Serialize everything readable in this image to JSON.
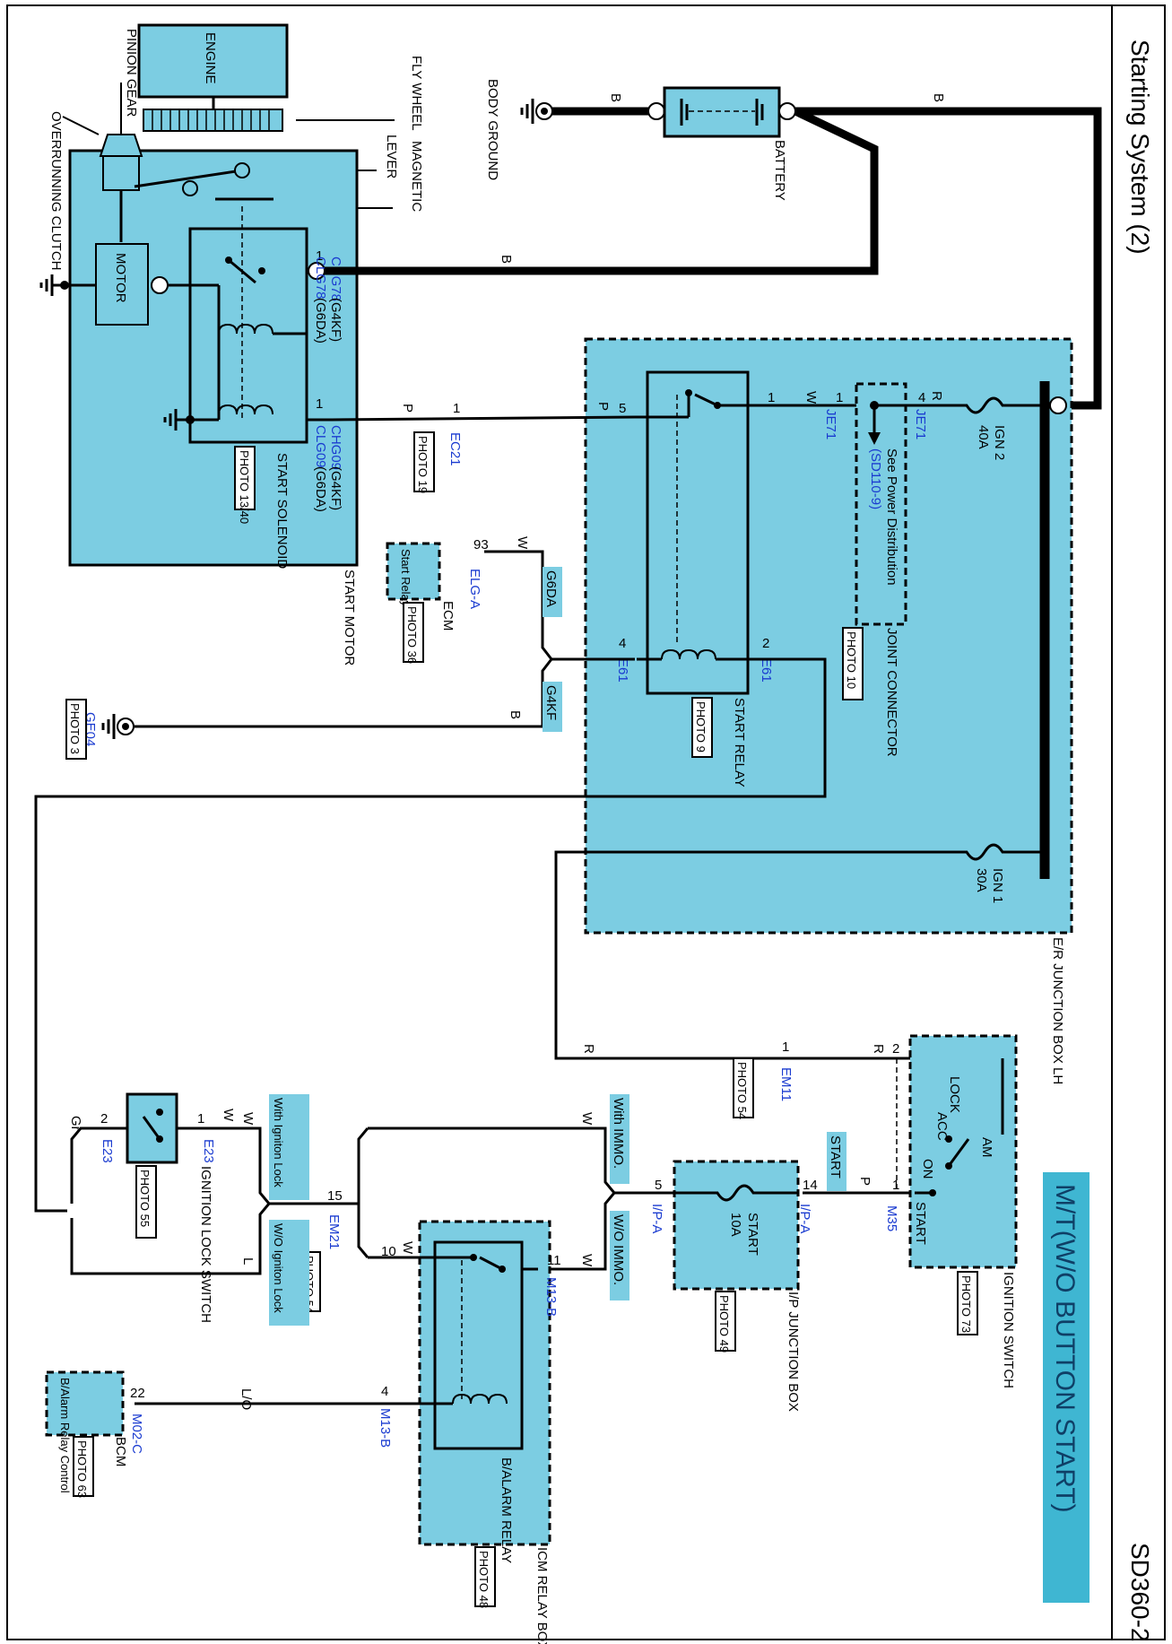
{
  "page": {
    "title": "Starting System (2)",
    "code": "SD360-2",
    "banner": "M/T(W/O BUTTON START)"
  },
  "top": {
    "engine": "ENGINE",
    "pinion_gear": "PINION GEAR",
    "overrunning_clutch": "OVERRUNNING CLUTCH",
    "fly_wheel": "FLY WHEEL",
    "magnetic": "MAGNETIC",
    "lever": "LEVER",
    "body_ground": "BODY GROUND",
    "battery": "BATTERY",
    "b": "B"
  },
  "start_motor": {
    "label": "START MOTOR",
    "motor": "MOTOR",
    "solenoid": "START SOLENOID",
    "photo": "PHOTO 13/40",
    "conn_a1": "CHG78",
    "conn_a1_sfx": "(G4KF)",
    "conn_a2": "CLG78",
    "conn_a2_sfx": "(G6DA)",
    "conn_b1": "CHG09",
    "conn_b1_sfx": "(G4KF)",
    "conn_b2": "CLG09",
    "conn_b2_sfx": "(G6DA)",
    "pin1": "1"
  },
  "ec21": {
    "conn": "EC21",
    "pin": "1",
    "wire": "P",
    "photo": "PHOTO 19"
  },
  "junction_box": {
    "label": "E/R JUNCTION BOX LH",
    "ign2": "IGN 2",
    "ign2_amp": "40A",
    "ign1": "IGN 1",
    "ign1_amp": "30A",
    "jointConn": "JOINT CONNECTOR",
    "joint_photo": "PHOTO 10",
    "see": "See Power Distribution",
    "see_ref": "(SD110-9)",
    "je71": "JE71",
    "pin1": "1",
    "pin4": "4",
    "r": "R",
    "w": "W"
  },
  "start_relay": {
    "label": "START RELAY",
    "photo": "PHOTO 9",
    "e61": "E61",
    "pin1": "1",
    "pin2": "2",
    "pin4": "4",
    "pin5": "5",
    "p": "P"
  },
  "ecm": {
    "box": "Start Relay",
    "label": "ECM",
    "pin": "93",
    "conn": "ELG-A",
    "photo": "PHOTO 36",
    "w": "W",
    "g6da": "G6DA",
    "g4kf": "G4KF"
  },
  "ge04": {
    "conn": "GE04",
    "photo": "PHOTO 3",
    "b": "B"
  },
  "ignition": {
    "label": "IGNITION SWITCH",
    "photo": "PHOTO 73",
    "lock": "LOCK",
    "acc": "ACC",
    "on": "ON",
    "start": "START",
    "am": "AM",
    "m35": "M35",
    "pin1": "1",
    "pin2": "2",
    "start_tag": "START",
    "p": "P"
  },
  "em11": {
    "conn": "EM11",
    "pin": "1",
    "photo": "PHOTO 54",
    "r": "R"
  },
  "ip_box": {
    "label": "I/P JUNCTION BOX",
    "photo": "PHOTO 49",
    "fuse": "START",
    "amp": "10A",
    "ipa": "I/P-A",
    "pin14": "14",
    "pin5": "5"
  },
  "imm": {
    "with": "With IMMO.",
    "without": "W/O IMMO.",
    "w": "W"
  },
  "icm": {
    "label": "ICM RELAY BOX",
    "photo": "PHOTO 48",
    "relay": "B/ALARM RELAY",
    "m13b": "M13-B",
    "pin11": "11",
    "pin10": "10",
    "pin4": "4",
    "w": "W"
  },
  "em21": {
    "conn": "EM21",
    "pin": "15",
    "photo": "PHOTO 54",
    "with_lock": "With Igniton Lock",
    "wo_lock": "W/O Igniton Lock",
    "w": "W",
    "l": "L"
  },
  "lock_switch": {
    "label": "IGNITION LOCK SWITCH",
    "photo": "PHOTO 55",
    "e23": "E23",
    "pin1": "1",
    "pin2": "2",
    "w": "W",
    "gr": "Gr"
  },
  "bcm": {
    "box": "B/Alarm Relay Control",
    "label": "BCM",
    "photo": "PHOTO 63",
    "conn": "M02-C",
    "pin": "22",
    "lo": "L/O"
  }
}
